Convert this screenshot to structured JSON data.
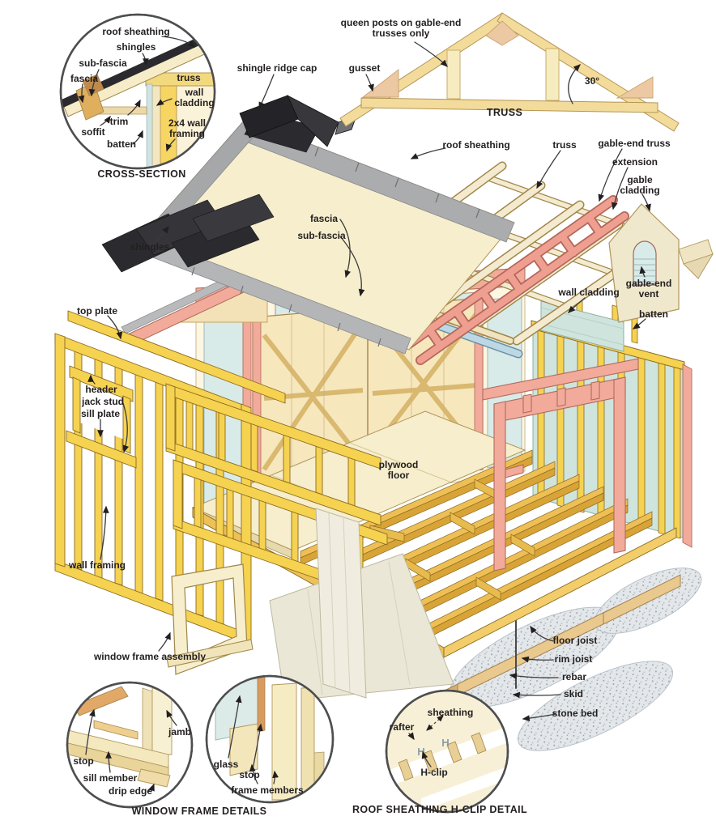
{
  "palette": {
    "framing-yellow": "#f6d251",
    "joist-gold": "#eebf55",
    "joist-side": "#d9a437",
    "pink": "#f2ab9b",
    "cream": "#f6eecd",
    "pale-wall": "#fdf6e2",
    "glass-blue": "#d9ebe8",
    "cladding-blue": "#cfe4dd",
    "shingle-gray": "#aaacae",
    "shingle-black": "#2b2a2e",
    "door-tan": "#f7e7bd",
    "skid-tan": "#eac98f",
    "stone-gray": "#e3e7ea",
    "ink": "#231f20"
  },
  "cross_section": {
    "caption": "CROSS-SECTION",
    "labels": {
      "roof_sheathing": "roof sheathing",
      "shingles": "shingles",
      "sub_fascia": "sub-fascia",
      "fascia": "fascia",
      "truss": "truss",
      "wall_cladding": "wall cladding",
      "trim": "trim",
      "framing_2x4": "2x4 wall framing",
      "soffit": "soffit",
      "batten": "batten"
    }
  },
  "truss_detail": {
    "caption": "TRUSS",
    "labels": {
      "queen_posts": "queen posts on gable-end trusses only",
      "gusset": "gusset",
      "angle": "30°"
    }
  },
  "main_view": {
    "labels": {
      "shingle_ridge_cap": "shingle ridge cap",
      "roof_sheathing": "roof sheathing",
      "truss": "truss",
      "gable_end_truss": "gable-end truss",
      "extension": "extension",
      "gable_cladding": "gable cladding",
      "gable_end_vent": "gable-end vent",
      "wall_cladding": "wall cladding",
      "batten": "batten",
      "fascia": "fascia",
      "sub_fascia": "sub-fascia",
      "shingles": "shingles",
      "top_plate": "top plate",
      "header": "header",
      "jack_stud": "jack stud",
      "sill_plate": "sill plate",
      "wall_framing": "wall framing",
      "plywood_floor": "plywood floor",
      "window_frame_assembly": "window frame assembly",
      "floor_joist": "floor joist",
      "rim_joist": "rim joist",
      "rebar": "rebar",
      "skid": "skid",
      "stone_bed": "stone bed"
    }
  },
  "window_details": {
    "caption": "WINDOW FRAME DETAILS",
    "circle1": {
      "jamb": "jamb",
      "stop": "stop",
      "sill_member": "sill member",
      "drip_edge": "drip edge"
    },
    "circle2": {
      "glass": "glass",
      "stop": "stop",
      "frame_members": "frame members"
    }
  },
  "hclip_detail": {
    "caption": "ROOF SHEATHING H-CLIP DETAIL",
    "labels": {
      "sheathing": "sheathing",
      "rafter": "rafter",
      "h_clip": "H-clip"
    }
  }
}
